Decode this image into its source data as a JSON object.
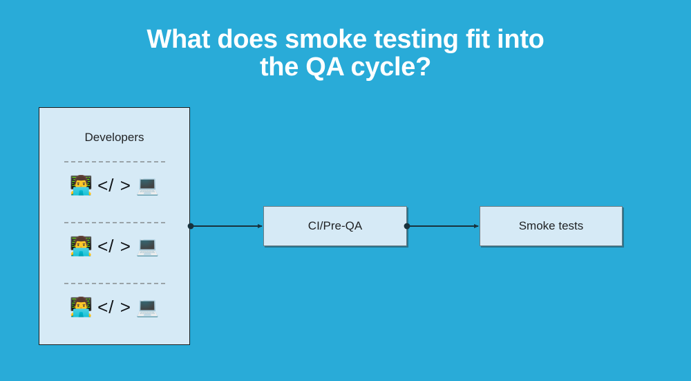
{
  "page": {
    "background_color": "#29abd8",
    "node_fill_color": "#d6eaf6",
    "node_border_color": "#6b7a82",
    "text_color": "#1f2123"
  },
  "title": {
    "line1": "What does smoke testing fit into",
    "line2": "the QA cycle?",
    "color": "#ffffff"
  },
  "diagram": {
    "type": "flowchart",
    "developers_panel": {
      "label": "Developers",
      "border_color": "#1c1c1c",
      "rows": [
        {
          "person_icon": "technologist-emoji",
          "person_glyph": "👨‍💻",
          "code_text": "</ >",
          "laptop_icon": "laptop-emoji",
          "laptop_glyph": "💻"
        },
        {
          "person_icon": "technologist-emoji",
          "person_glyph": "👨‍💻",
          "code_text": "</ >",
          "laptop_icon": "laptop-emoji",
          "laptop_glyph": "💻"
        },
        {
          "person_icon": "technologist-emoji",
          "person_glyph": "👨‍💻",
          "code_text": "</ >",
          "laptop_icon": "laptop-emoji",
          "laptop_glyph": "💻"
        }
      ]
    },
    "nodes": [
      {
        "id": "ci",
        "label": "CI/Pre-QA"
      },
      {
        "id": "smoke",
        "label": "Smoke tests"
      }
    ],
    "edges": [
      {
        "from": "developers",
        "to": "ci",
        "style": "solid-arrow"
      },
      {
        "from": "ci",
        "to": "smoke",
        "style": "solid-arrow"
      }
    ]
  }
}
